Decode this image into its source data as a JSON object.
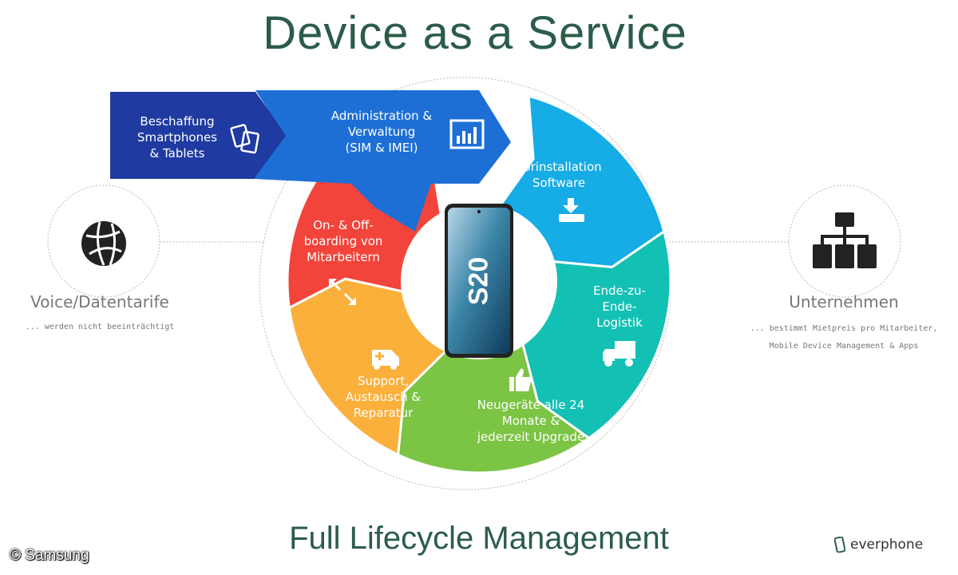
{
  "title": "Device as a Service",
  "subtitle": "Full Lifecycle Management",
  "copyright": "© Samsung",
  "logo": "everphone",
  "colors": {
    "title": "#2b5c47",
    "navy": "#1f3aa0",
    "blue": "#1d6fd6",
    "lightblue": "#16ace6",
    "teal": "#13c0b4",
    "green": "#7cc444",
    "orange": "#fbb03b",
    "red": "#f2443a"
  },
  "steps": [
    {
      "label": "Beschaffung\nSmartphones\n& Tablets",
      "icon": "devices-icon"
    },
    {
      "label": "Administration &\nVerwaltung\n(SIM & IMEI)",
      "icon": "bar-chart-icon"
    },
    {
      "label": "Vorinstallation\nSoftware",
      "icon": "download-icon"
    },
    {
      "label": "Ende-zu-\nEnde-\nLogistik",
      "icon": "truck-icon"
    },
    {
      "label": "Neugeräte alle 24\nMonate &\njederzeit Upgrade",
      "icon": "thumbs-up-icon"
    },
    {
      "label": "Support,\nAustausch &\nReparatur",
      "icon": "ambulance-icon"
    },
    {
      "label": "On- & Off-\nboarding von\nMitarbeitern",
      "icon": "expand-arrows-icon"
    }
  ],
  "phone_label": "S20",
  "left": {
    "title": "Voice/Datentarife",
    "sub": "... werden nicht beeinträchtigt",
    "icon": "globe-icon"
  },
  "right": {
    "title": "Unternehmen",
    "sub1": "... bestimmt Mietpreis pro Mitarbeiter,",
    "sub2": "Mobile Device Management & Apps",
    "icon": "org-chart-icon"
  }
}
